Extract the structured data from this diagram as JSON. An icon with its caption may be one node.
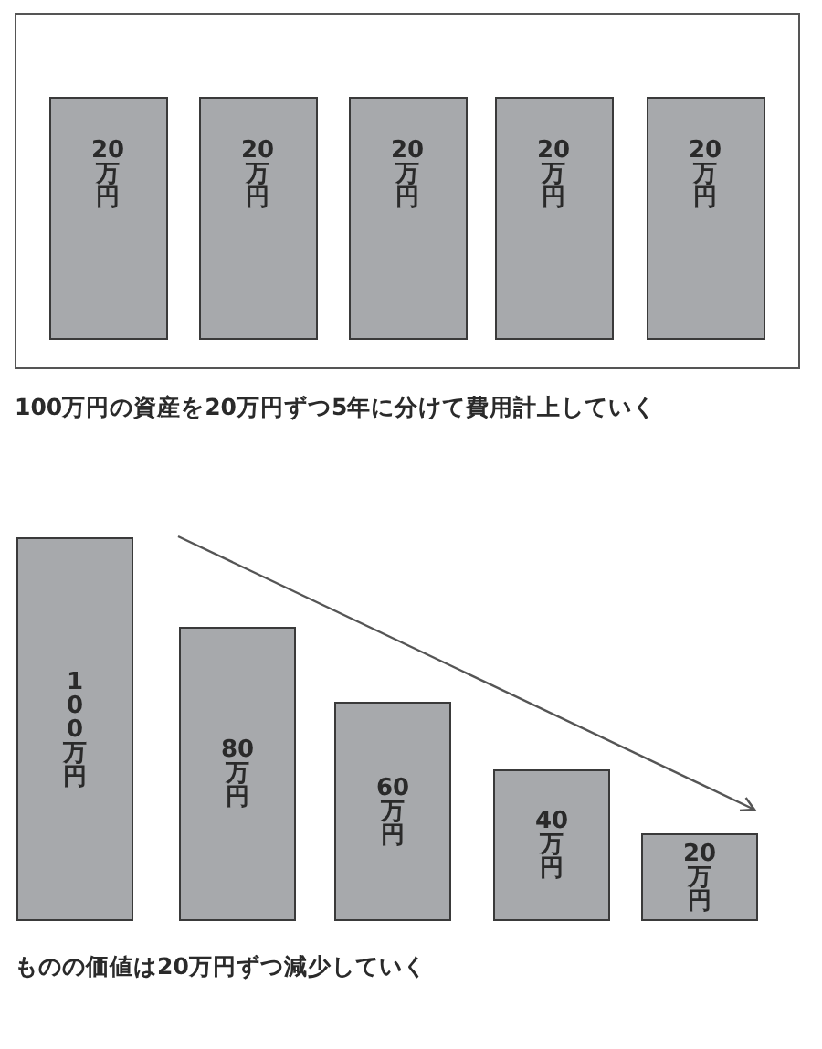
{
  "diagram": {
    "nodes": [
      {
        "text": [],
        "shape": "box"
      },
      {
        "text": [
          "20万円"
        ],
        "in": 0
      },
      {
        "text": [
          "20万円"
        ],
        "in": 0
      },
      {
        "text": [
          "20万円"
        ],
        "in": 0
      },
      {
        "text": [
          "20万円"
        ],
        "in": 0
      },
      {
        "text": [
          "20万円"
        ],
        "in": 0
      },
      {
        "text": [
          "100万円"
        ]
      },
      {
        "text": [
          "80万円"
        ]
      },
      {
        "text": [
          "60万円"
        ]
      },
      {
        "text": [
          "40万円"
        ]
      },
      {
        "text": [
          "20万円"
        ]
      }
    ],
    "labels": [
      "100万円の資産を20万円ずつ5年に分けて費用計上していく",
      "ものの価値は20万円ずつ減少していく"
    ]
  }
}
